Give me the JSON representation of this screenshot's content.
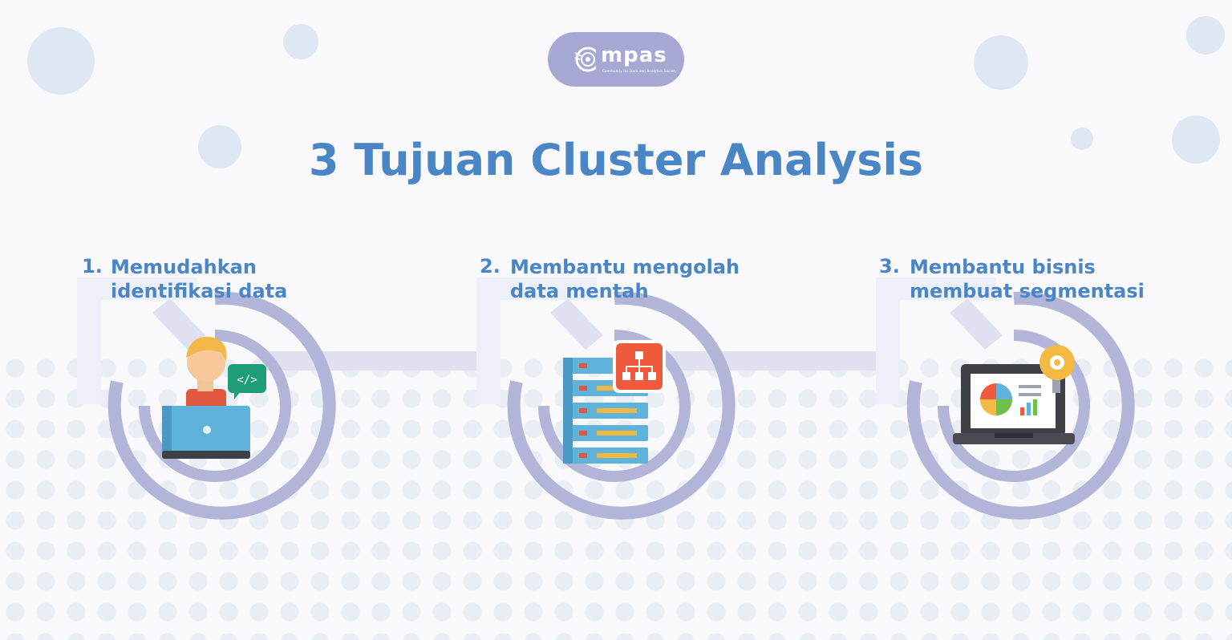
{
  "logo": {
    "name": "mpas",
    "tagline": "Community for Data and Analytics Society"
  },
  "title": "3 Tujuan Cluster Analysis",
  "items": [
    {
      "number": "1.",
      "line1": "Memudahkan",
      "line2": "identifikasi data",
      "icon": "developer-laptop-icon"
    },
    {
      "number": "2.",
      "line1": "Membantu mengolah",
      "line2": "data mentah",
      "icon": "server-hierarchy-icon"
    },
    {
      "number": "3.",
      "line1": "Membantu bisnis",
      "line2": "membuat segmentasi",
      "icon": "laptop-chart-icon"
    }
  ],
  "colors": {
    "title": "#4a86c6",
    "ring": "#b2b4d8",
    "arrow": "#dfe1f0",
    "logo_bg": "#a6a8d3",
    "bubble": "#dfe7f3"
  }
}
